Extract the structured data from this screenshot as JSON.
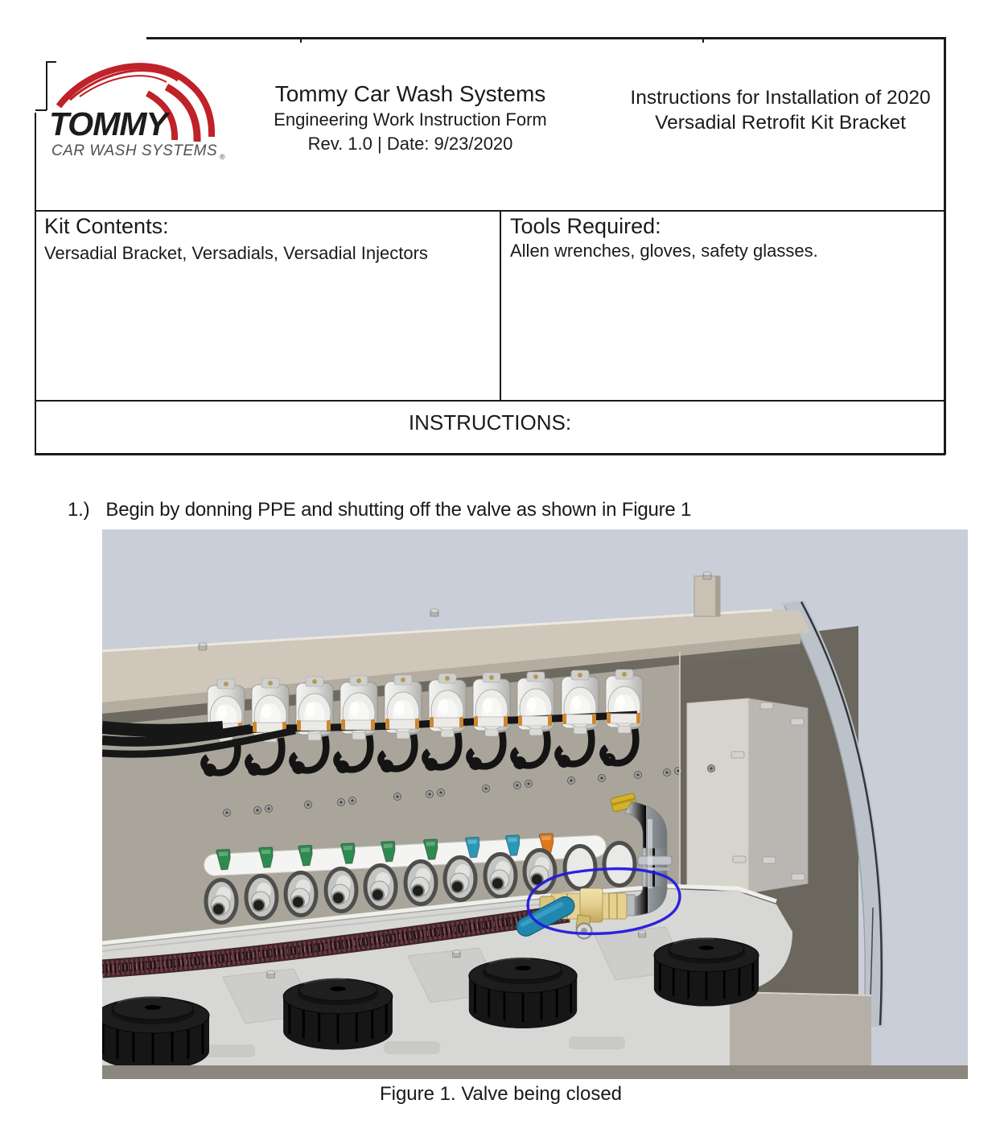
{
  "header": {
    "logo": {
      "brand": "TOMMY",
      "subtitle": "CAR WASH SYSTEMS",
      "registered_mark": "®",
      "red": "#bf2228"
    },
    "center": {
      "line1": "Tommy Car Wash Systems",
      "line2": "Engineering Work Instruction Form",
      "line3": "Rev. 1.0 | Date: 9/23/2020"
    },
    "right_title": "Instructions for Installation of 2020 Versadial Retrofit Kit Bracket"
  },
  "table": {
    "kit_contents": {
      "label": "Kit Contents:",
      "value": "Versadial Bracket, Versadials, Versadial Injectors"
    },
    "tools_required": {
      "label": "Tools Required:",
      "value": "Allen wrenches, gloves, safety glasses."
    },
    "instructions_header": "INSTRUCTIONS:"
  },
  "steps": [
    {
      "number": "1.)",
      "text": "Begin by donning PPE and shutting off the valve as shown in Figure 1"
    }
  ],
  "figure": {
    "caption": "Figure 1. Valve being closed",
    "description": "3D CAD rendering of chemical dispensing cabinet: row of ten solenoid valves with looped black tubing, colored Versadial injectors in a slot (6 green, 2 teal, 1 orange), grommet ports, jug shelf with four black caps, red braided supply hose, and a brass ball valve with teal handle circled in blue",
    "colors": {
      "background": "#c9ced8",
      "cabinet_beige": "#cfc8ba",
      "panel": "#a9a59b",
      "dark_panel": "#6b675f",
      "shelf": "#d7d8d5",
      "cap_black": "#161616",
      "brass": "#e6d193",
      "handle_teal": "#2187ae",
      "pipe": "#9aa0a5",
      "annotation_blue": "#2418dd",
      "hose": "#3f2428",
      "injector_green": "#2e8b4f",
      "injector_teal": "#2899b8",
      "injector_orange": "#e2761b",
      "arch": "#bcc2c9"
    }
  }
}
